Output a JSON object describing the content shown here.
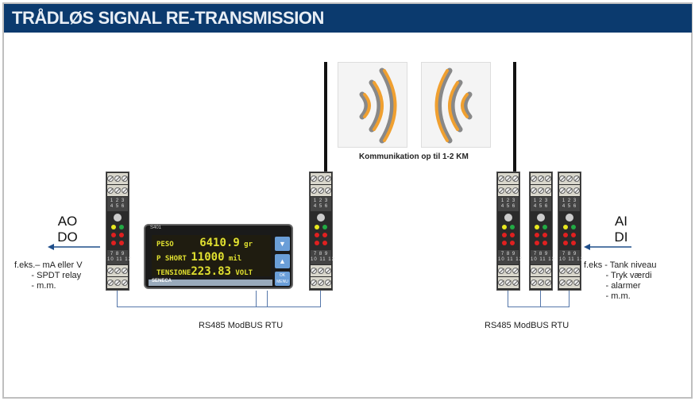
{
  "title": "TRÅDLØS SIGNAL RE-TRANSMISSION",
  "left": {
    "ao": "AO",
    "do": "DO",
    "example": "f.eks.– mA eller V\n       - SPDT relay\n       - m.m.",
    "bus": "RS485 ModBUS RTU"
  },
  "right": {
    "ai": "AI",
    "di": "DI",
    "example": "f.eks - Tank niveau\n         - Tryk værdi\n         - alarmer\n         - m.m.",
    "bus": "RS485 ModBUS RTU"
  },
  "communication": "Kommunikation op til 1-2 KM",
  "module": {
    "top_numbers": "1 2 3\n4 5 6",
    "bottom_numbers": "7 8 9\n10 11 12"
  },
  "display": {
    "model": "S401",
    "brand": "SENECA",
    "rows": [
      {
        "label": "PESO      ",
        "value": "6410.9",
        "unit": " gr"
      },
      {
        "label": "P SHORT ",
        "value": "11000",
        "unit": " mil"
      },
      {
        "label": "TENSIONE",
        "value": "223.83",
        "unit": " VOLT"
      }
    ],
    "menu_label": "OK MENU"
  },
  "colors": {
    "header": "#0b3a6e",
    "wave": "#f0a030",
    "bus": "#5577aa"
  }
}
